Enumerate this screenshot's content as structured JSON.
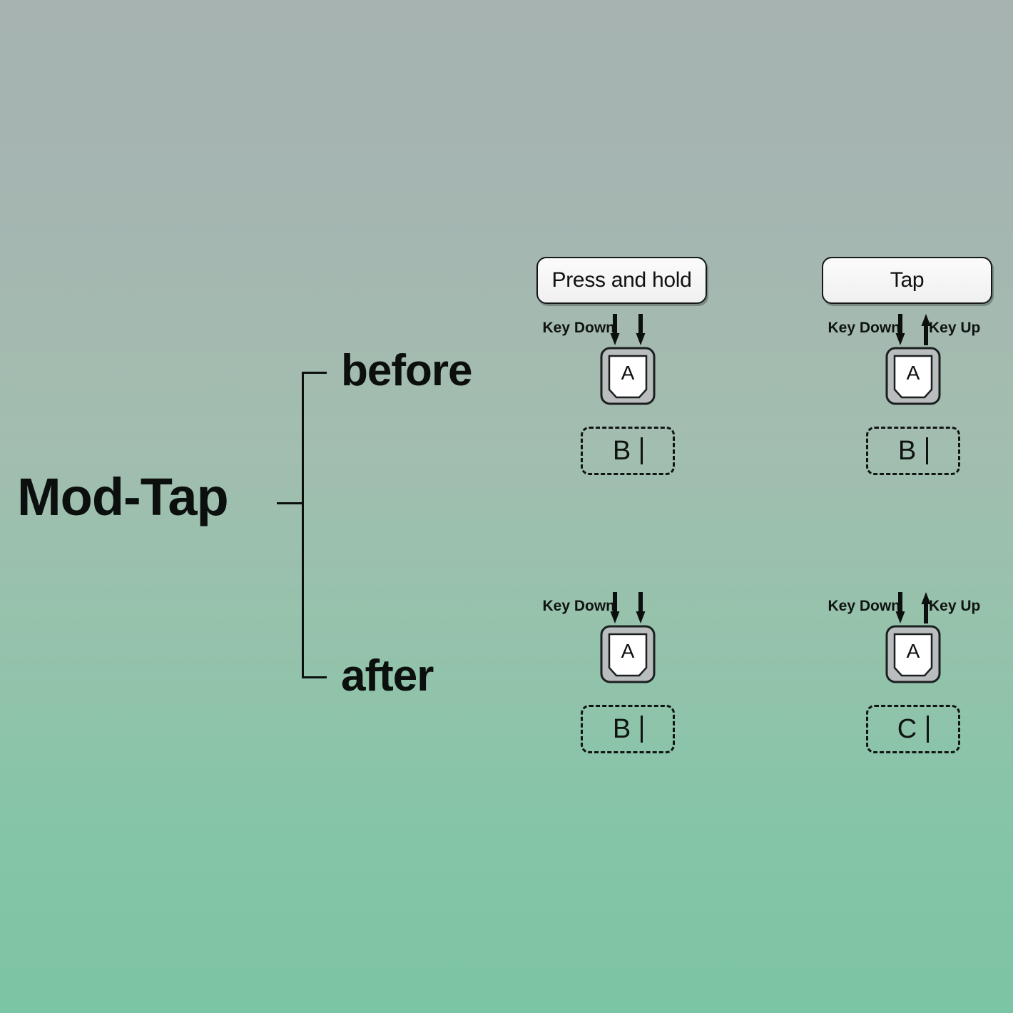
{
  "background": {
    "gradient_top": "#a7b3b1",
    "gradient_bottom": "#7bc4a4"
  },
  "diagram": {
    "title": "Mod-Tap",
    "branches": [
      {
        "label": "before"
      },
      {
        "label": "after"
      }
    ]
  },
  "scenarios": [
    {
      "id": "hold-before",
      "action_label": "Press and hold",
      "has_action_pill": true,
      "event_left_label": "Key Down",
      "event_right_label": "",
      "arrows": [
        "down",
        "down"
      ],
      "key_label": "A",
      "output_char": "B"
    },
    {
      "id": "tap-before",
      "action_label": "Tap",
      "has_action_pill": true,
      "event_left_label": "Key Down",
      "event_right_label": "Key Up",
      "arrows": [
        "down",
        "up"
      ],
      "key_label": "A",
      "output_char": "B"
    },
    {
      "id": "hold-after",
      "action_label": "",
      "has_action_pill": false,
      "event_left_label": "Key Down",
      "event_right_label": "",
      "arrows": [
        "down",
        "down"
      ],
      "key_label": "A",
      "output_char": "B"
    },
    {
      "id": "tap-after",
      "action_label": "",
      "has_action_pill": false,
      "event_left_label": "Key Down",
      "event_right_label": "Key Up",
      "arrows": [
        "down",
        "up"
      ],
      "key_label": "A",
      "output_char": "C"
    }
  ],
  "icons": {
    "arrow_down": "arrow-down-icon",
    "arrow_up": "arrow-up-icon",
    "keycap": "keycap-icon",
    "text-caret": "text-caret-icon"
  },
  "colors": {
    "ink": "#0b0f0d",
    "keycap_shell": "#b9bdbd",
    "keycap_face": "#ffffff",
    "pill_face": "#f5f5f5"
  }
}
